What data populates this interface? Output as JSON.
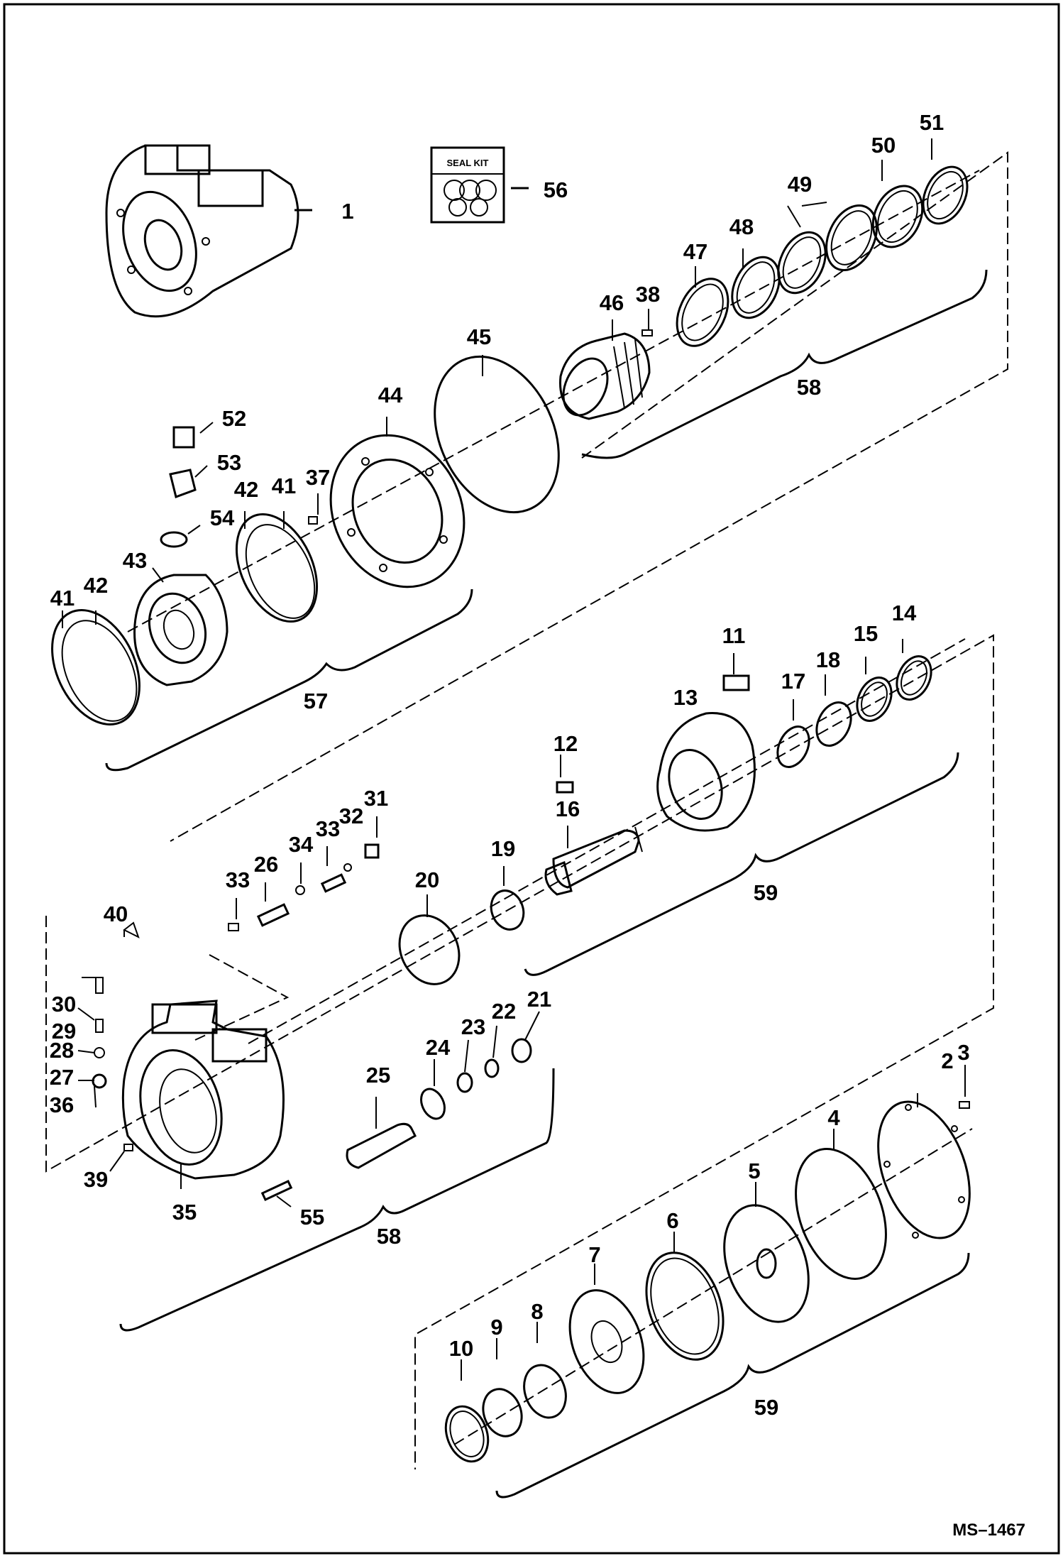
{
  "seal_kit_label": "SEAL KIT",
  "figure_id": "MS–1467",
  "callouts": {
    "c1": "1",
    "c2": "2",
    "c3": "3",
    "c4": "4",
    "c5": "5",
    "c6": "6",
    "c7": "7",
    "c8": "8",
    "c9": "9",
    "c10": "10",
    "c11": "11",
    "c12": "12",
    "c13": "13",
    "c14": "14",
    "c15": "15",
    "c16": "16",
    "c17": "17",
    "c18": "18",
    "c19": "19",
    "c20": "20",
    "c21": "21",
    "c22": "22",
    "c23": "23",
    "c24": "24",
    "c25": "25",
    "c26": "26",
    "c27": "27",
    "c28": "28",
    "c29": "29",
    "c30": "30",
    "c31": "31",
    "c32": "32",
    "c33a": "33",
    "c33b": "33",
    "c34": "34",
    "c35": "35",
    "c36": "36",
    "c37": "37",
    "c38": "38",
    "c39": "39",
    "c40": "40",
    "c41a": "41",
    "c41b": "41",
    "c42a": "42",
    "c42b": "42",
    "c43": "43",
    "c44": "44",
    "c45": "45",
    "c46": "46",
    "c47": "47",
    "c48": "48",
    "c49": "49",
    "c50": "50",
    "c51": "51",
    "c52": "52",
    "c53": "53",
    "c54": "54",
    "c55": "55",
    "c56": "56",
    "c57": "57",
    "c58a": "58",
    "c58b": "58",
    "c59a": "59",
    "c59b": "59"
  }
}
